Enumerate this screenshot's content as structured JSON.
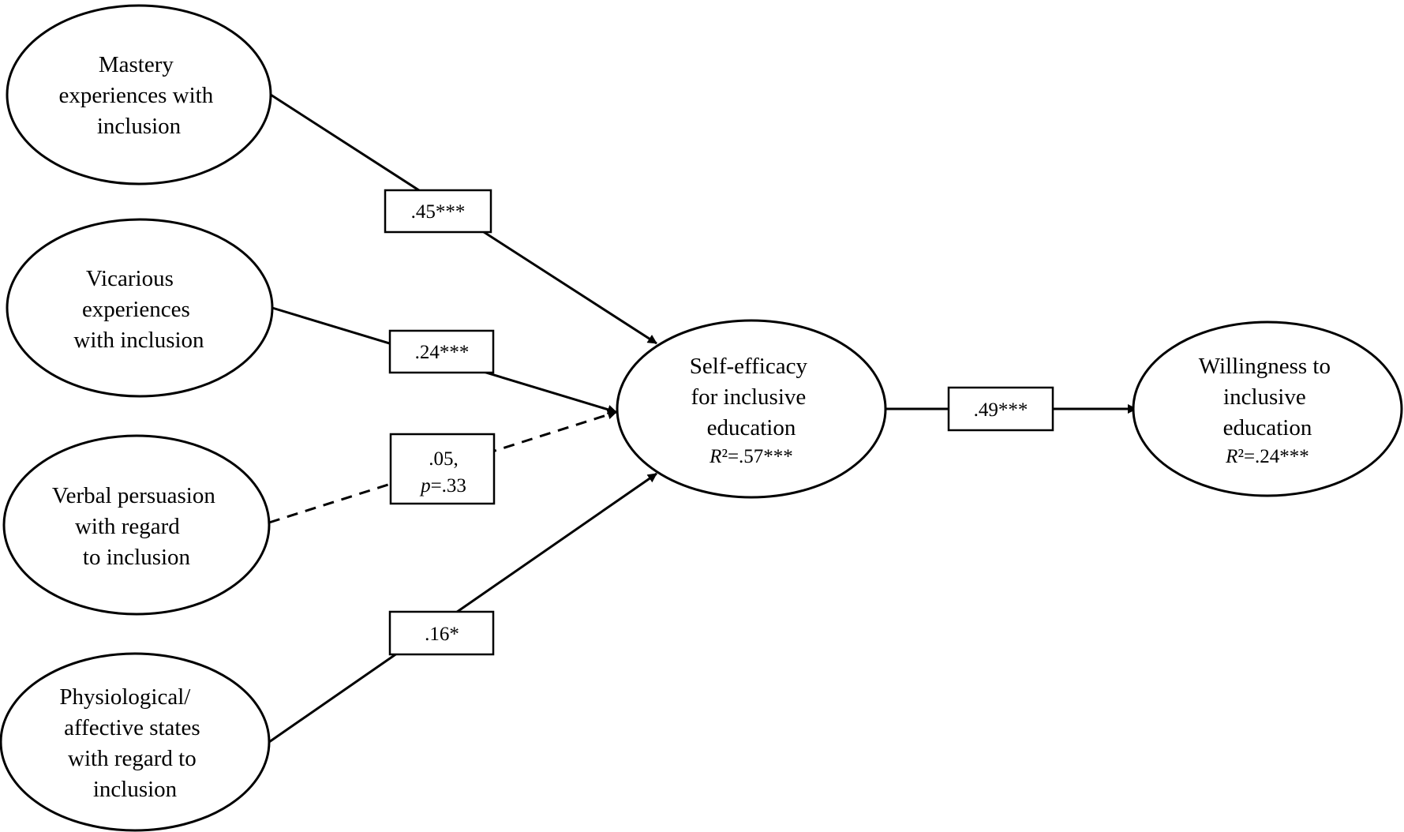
{
  "nodes": [
    {
      "id": "mastery",
      "lines": [
        "Mastery",
        "experiences with",
        "inclusion"
      ]
    },
    {
      "id": "vicarious",
      "lines": [
        "Vicarious",
        "experiences",
        "with inclusion"
      ]
    },
    {
      "id": "verbal",
      "lines": [
        "Verbal persuasion",
        "with regard",
        "to inclusion"
      ]
    },
    {
      "id": "physio",
      "lines": [
        "Physiological/",
        "affective states",
        "with regard to",
        "inclusion"
      ]
    },
    {
      "id": "selfefficacy",
      "lines": [
        "Self-efficacy",
        "for inclusive",
        "education"
      ],
      "r2": {
        "symbol": "R",
        "value": "²=.57***"
      }
    },
    {
      "id": "willingness",
      "lines": [
        "Willingness to",
        "inclusive",
        "education"
      ],
      "r2": {
        "symbol": "R",
        "value": "²=.24***"
      }
    }
  ],
  "paths": [
    {
      "id": "mastery-to-selfefficacy",
      "coefficient": ".45***",
      "significant": true
    },
    {
      "id": "vicarious-to-selfefficacy",
      "coefficient": ".24***",
      "significant": true
    },
    {
      "id": "verbal-to-selfefficacy",
      "coefficient": ".05,",
      "p_label": "p",
      "p_value": "=.33",
      "significant": false
    },
    {
      "id": "physio-to-selfefficacy",
      "coefficient": ".16*",
      "significant": true
    },
    {
      "id": "selfefficacy-to-willingness",
      "coefficient": ".49***",
      "significant": true
    }
  ],
  "colors": {
    "stroke": "#000000",
    "background": "#ffffff"
  }
}
